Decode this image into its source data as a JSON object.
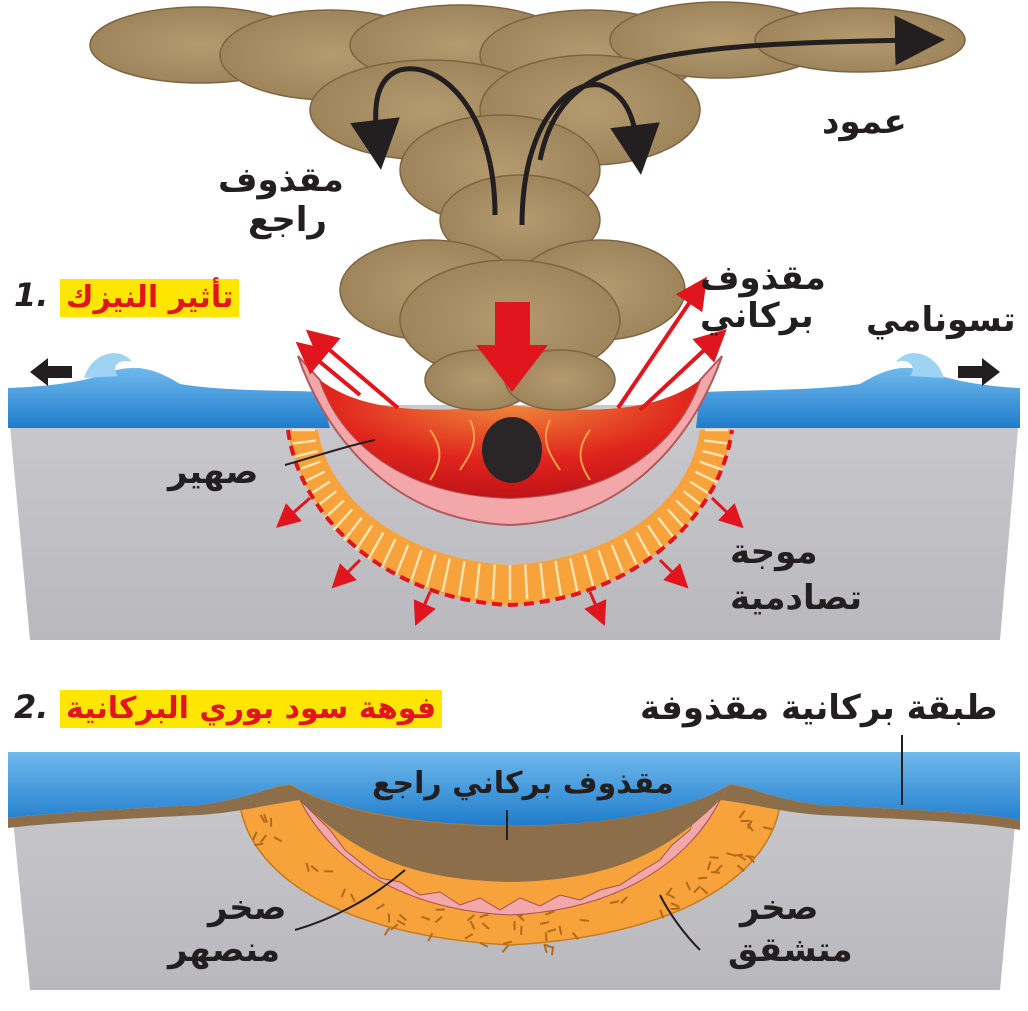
{
  "panel1": {
    "number": "1.",
    "title": "تأثير النيزك",
    "labels": {
      "plume": "عمود",
      "fallback_line1": "مقذوف",
      "fallback_line2": "راجع",
      "ejecta_line1": "مقذوف",
      "ejecta_line2": "بركاني",
      "tsunami": "تسونامي",
      "melt": "صهير",
      "shock_line1": "موجة",
      "shock_line2": "تصادمية"
    }
  },
  "panel2": {
    "number": "2.",
    "title": "فوهة سود بوري البركانية",
    "labels": {
      "ejecta_layer": "طبقة بركانية مقذوفة",
      "fallback_ejecta": "مقذوف بركاني راجع",
      "melt_line1": "صخر",
      "melt_line2": "منصهر",
      "breccia_line1": "صخر",
      "breccia_line2": "متشقق"
    }
  },
  "colors": {
    "water": "#2e8fd6",
    "rock": "#c5c5c9",
    "melt": "#f4a7a9",
    "shock": "#f7a23b",
    "fireball": "#e0151d",
    "dust": "#a58c62",
    "ejecta_layer": "#8c6e4b",
    "title_bg": "#ffe600",
    "title_text": "#e0151d"
  }
}
